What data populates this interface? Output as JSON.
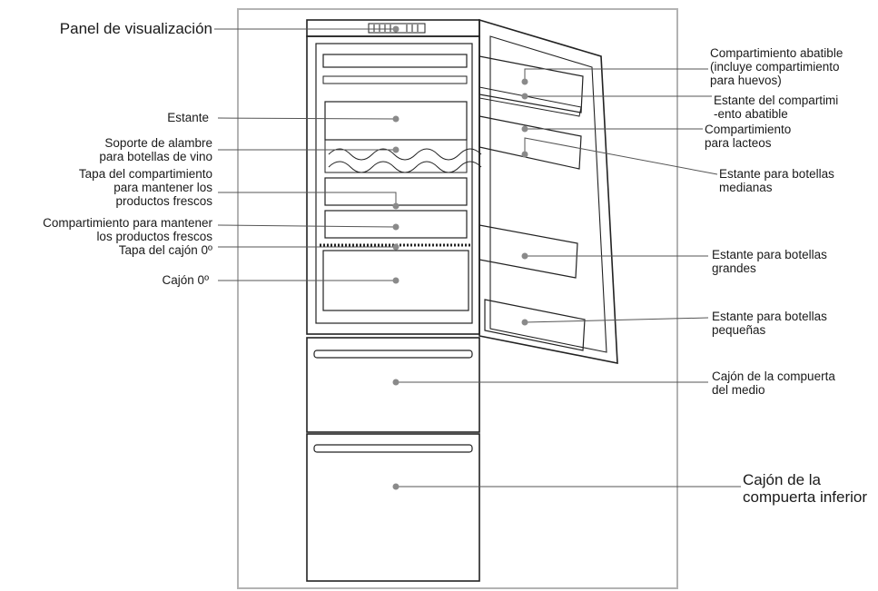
{
  "diagram": {
    "left_labels": [
      {
        "id": "panel",
        "lines": [
          "Panel de visualización"
        ]
      },
      {
        "id": "estante",
        "lines": [
          "Estante"
        ]
      },
      {
        "id": "soporte",
        "lines": [
          "Soporte de alambre",
          "para botellas de vino"
        ]
      },
      {
        "id": "tapa_fresco",
        "lines": [
          "Tapa del compartimiento",
          "para mantener los",
          "productos frescos"
        ]
      },
      {
        "id": "comp_fresco",
        "lines": [
          "Compartimiento para mantener",
          "los productos frescos"
        ]
      },
      {
        "id": "tapa_cajon",
        "lines": [
          "Tapa del cajón 0º"
        ]
      },
      {
        "id": "cajon",
        "lines": [
          "Cajón 0º"
        ]
      }
    ],
    "right_labels": [
      {
        "id": "abatible",
        "lines": [
          "Compartimiento abatible",
          "(incluye compartimiento",
          "para huevos)"
        ]
      },
      {
        "id": "estante_abatible",
        "lines": [
          "Estante del compartimi",
          "-ento abatible"
        ]
      },
      {
        "id": "lacteos",
        "lines": [
          "Compartimiento",
          "para lacteos"
        ]
      },
      {
        "id": "medianas",
        "lines": [
          "Estante para botellas",
          "medianas"
        ]
      },
      {
        "id": "grandes",
        "lines": [
          "Estante para botellas",
          "grandes"
        ]
      },
      {
        "id": "pequenas",
        "lines": [
          "Estante para botellas",
          "pequeñas"
        ]
      },
      {
        "id": "medio",
        "lines": [
          "Cajón de la compuerta",
          "del medio"
        ]
      },
      {
        "id": "inferior",
        "lines": [
          "Cajón de la",
          "compuerta inferior"
        ]
      }
    ]
  },
  "colors": {
    "frame_border": "#b3b3b3",
    "fridge_line": "#222222",
    "leader_line": "#555555",
    "dot": "#8a8a8a"
  }
}
